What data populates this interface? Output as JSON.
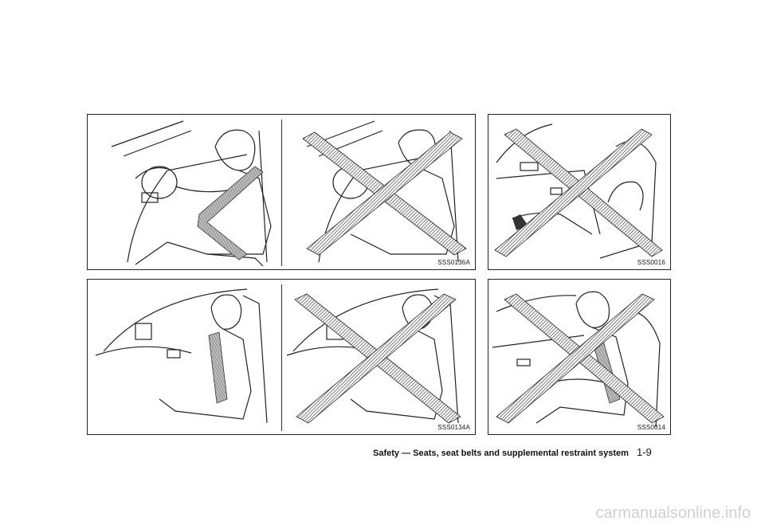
{
  "figures": [
    {
      "code": "SSS0136A",
      "illustrations": [
        {
          "subject": "driver seated upright, wearing lap and shoulder belt correctly",
          "crossed_out": false
        },
        {
          "subject": "driver seated reclined, shoulder belt incorrectly worn",
          "crossed_out": true
        }
      ]
    },
    {
      "code": "SSS0016",
      "illustrations": [
        {
          "subject": "passenger reclined with feet on dashboard",
          "crossed_out": true
        }
      ]
    },
    {
      "code": "SSS0134A",
      "illustrations": [
        {
          "subject": "occupant seated upright, lap belt low and snug",
          "crossed_out": false
        },
        {
          "subject": "occupant with shoulder belt behind the back",
          "crossed_out": true
        }
      ]
    },
    {
      "code": "SSS0014",
      "illustrations": [
        {
          "subject": "occupant with shoulder belt under the arm",
          "crossed_out": true
        }
      ]
    }
  ],
  "footer": {
    "section": "Safety — Seats, seat belts and supplemental restraint system",
    "page": "1-9"
  },
  "watermark": "carmanualsonline.info",
  "colors": {
    "line": "#222222",
    "hatch": "#444444",
    "belt": "#9a9a9a"
  }
}
